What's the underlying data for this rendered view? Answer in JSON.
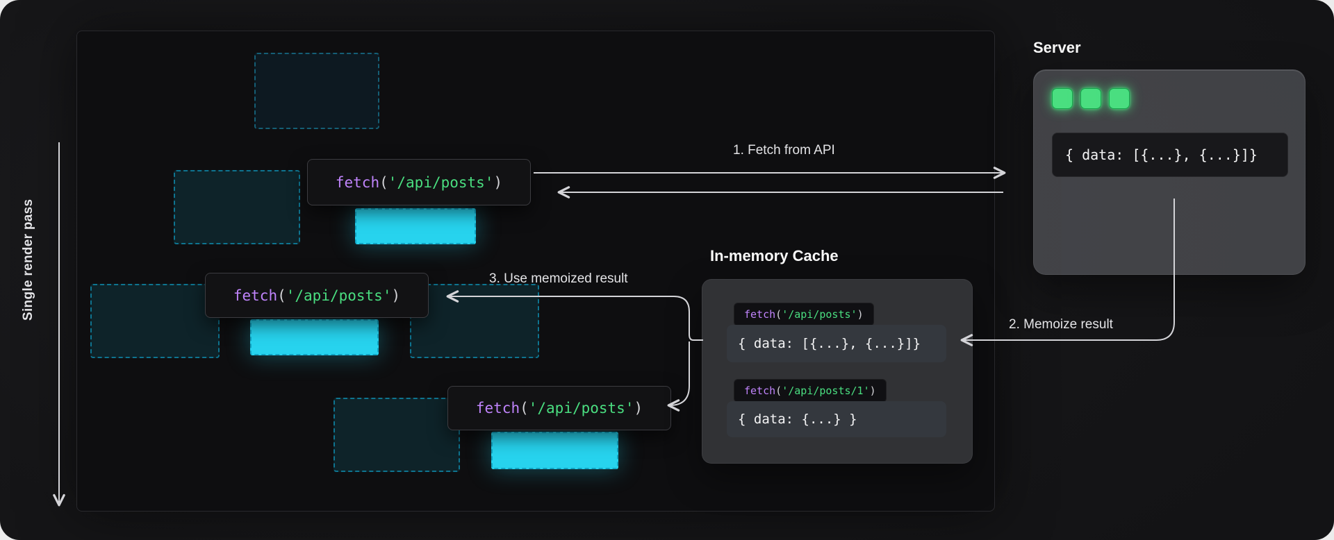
{
  "left_rail": {
    "label": "Single render pass"
  },
  "render_tree": {
    "fetch_calls": [
      {
        "fn": "fetch",
        "open": "(",
        "arg": "'/api/posts'",
        "close": ")"
      },
      {
        "fn": "fetch",
        "open": "(",
        "arg": "'/api/posts'",
        "close": ")"
      },
      {
        "fn": "fetch",
        "open": "(",
        "arg": "'/api/posts'",
        "close": ")"
      }
    ]
  },
  "server": {
    "title": "Server",
    "response": "{ data: [{...}, {...}]}"
  },
  "cache": {
    "title": "In-memory Cache",
    "entries": [
      {
        "key_fn": "fetch",
        "key_open": "(",
        "key_arg": "'/api/posts'",
        "key_close": ")",
        "value": "{ data: [{...}, {...}]}"
      },
      {
        "key_fn": "fetch",
        "key_open": "(",
        "key_arg": "'/api/posts/1'",
        "key_close": ")",
        "value": "{ data: {...} }"
      }
    ]
  },
  "steps": {
    "step1": "1. Fetch from API",
    "step2": "2. Memoize result",
    "step3": "3. Use memoized result"
  },
  "colors": {
    "accent_cyan": "#22d3ee",
    "code_keyword": "#c084fc",
    "code_string": "#4ade80",
    "led_green": "#4ade80",
    "arrow": "#d4d4d8"
  }
}
